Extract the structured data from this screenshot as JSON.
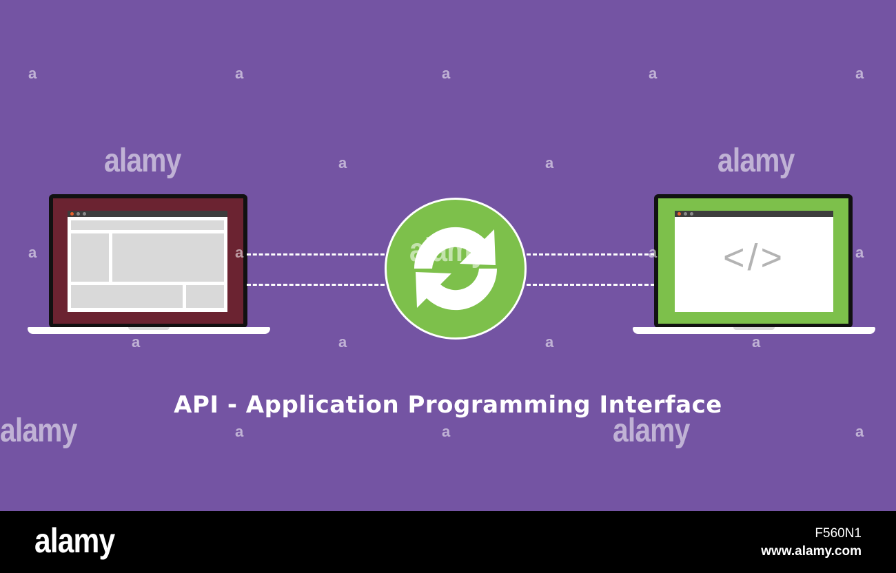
{
  "diagram": {
    "caption": "API - Application Programming Interface",
    "code_symbol": "</>",
    "background_color": "#7454a3",
    "left_laptop": {
      "screen_color": "#6b2331",
      "icon": "layout-wireframe-icon"
    },
    "right_laptop": {
      "screen_color": "#7dc04b",
      "icon": "code-icon"
    },
    "center": {
      "icon": "sync-arrows-icon",
      "color": "#7dc04b"
    },
    "connector_style": "dashed"
  },
  "watermark": {
    "small": "a",
    "big": "alamy"
  },
  "footer": {
    "logo": "alamy",
    "image_id": "F560N1",
    "url": "www.alamy.com"
  }
}
